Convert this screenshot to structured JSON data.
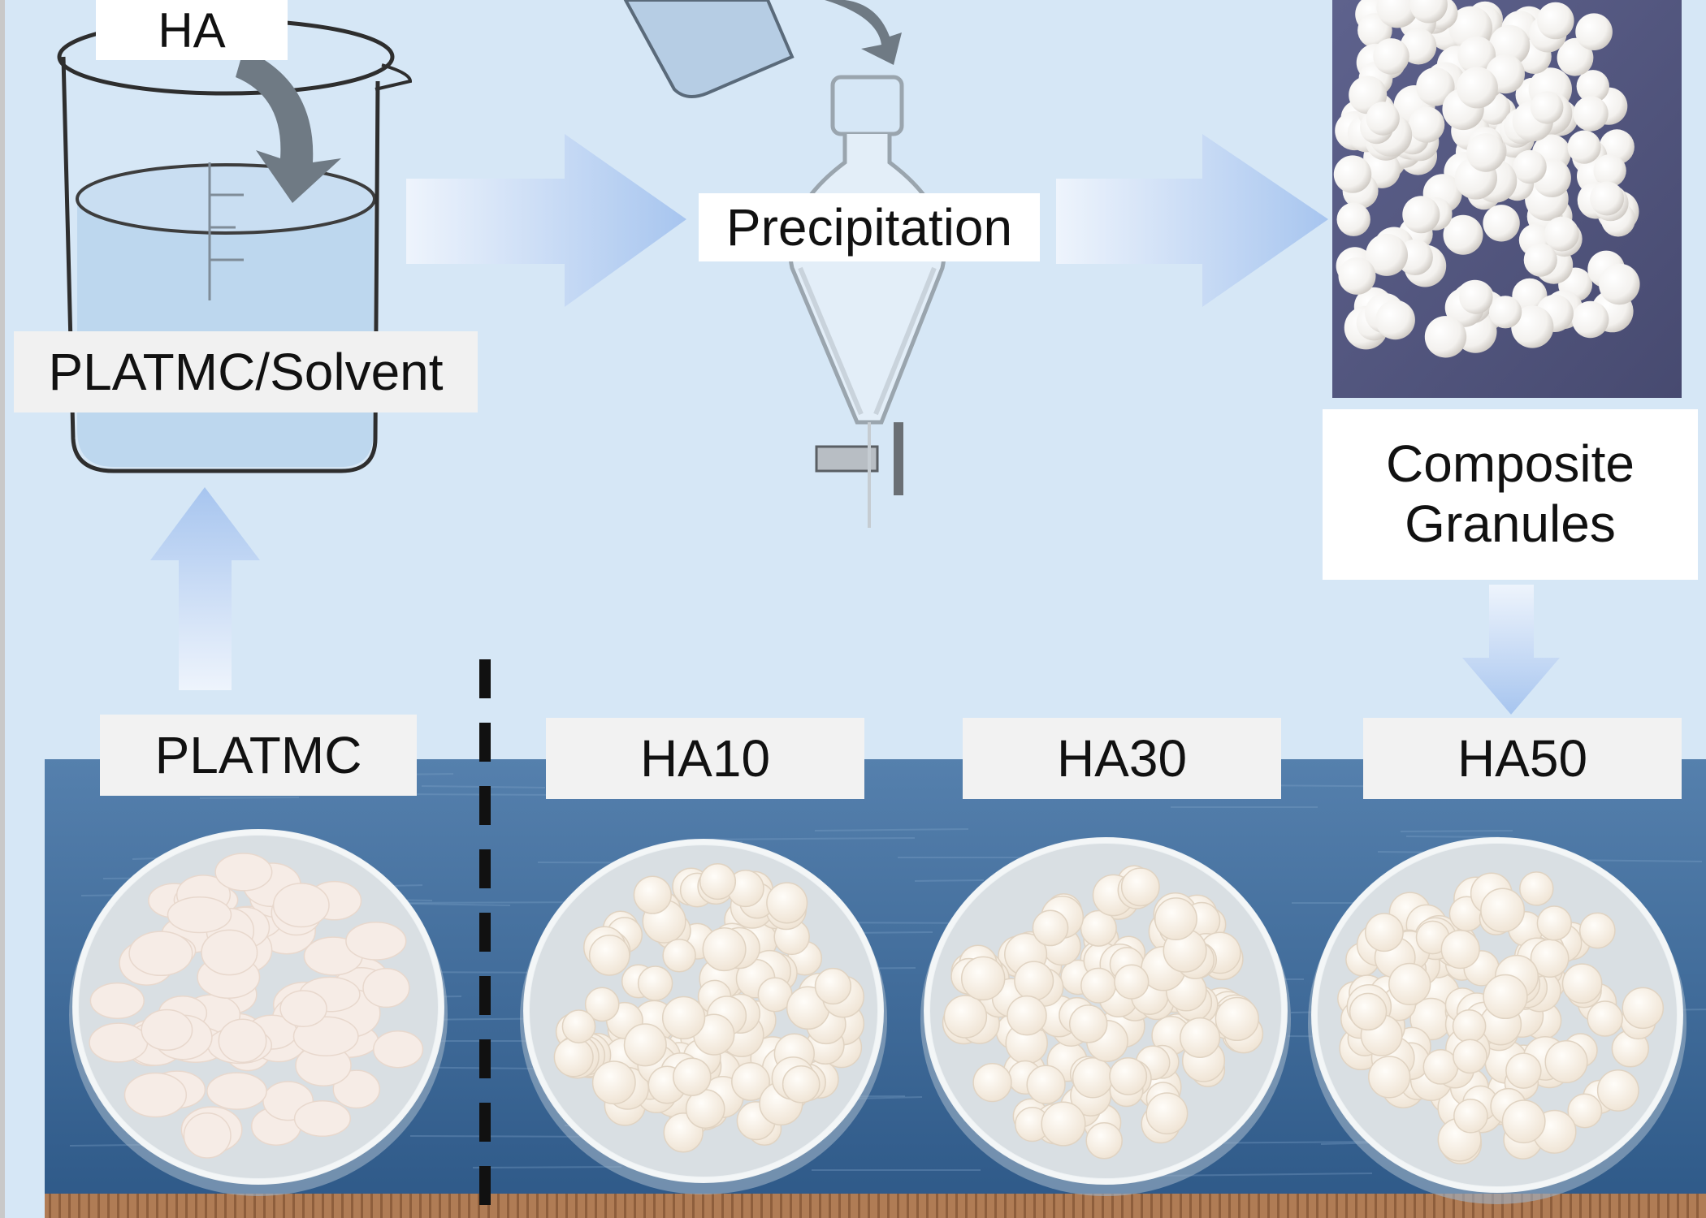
{
  "labels": {
    "ha": "HA",
    "solvent": "PLATMC/Solvent",
    "precipitation": "Precipitation",
    "composite_line1": "Composite",
    "composite_line2": "Granules",
    "platmc": "PLATMC",
    "ha10": "HA10",
    "ha30": "HA30",
    "ha50": "HA50"
  },
  "colors": {
    "background": "#d6e7f6",
    "arrow": "#a9c7f0",
    "table": "#3f6b9c",
    "granules": "#fbf4ea",
    "photo_backdrop": "#5b5f86"
  }
}
